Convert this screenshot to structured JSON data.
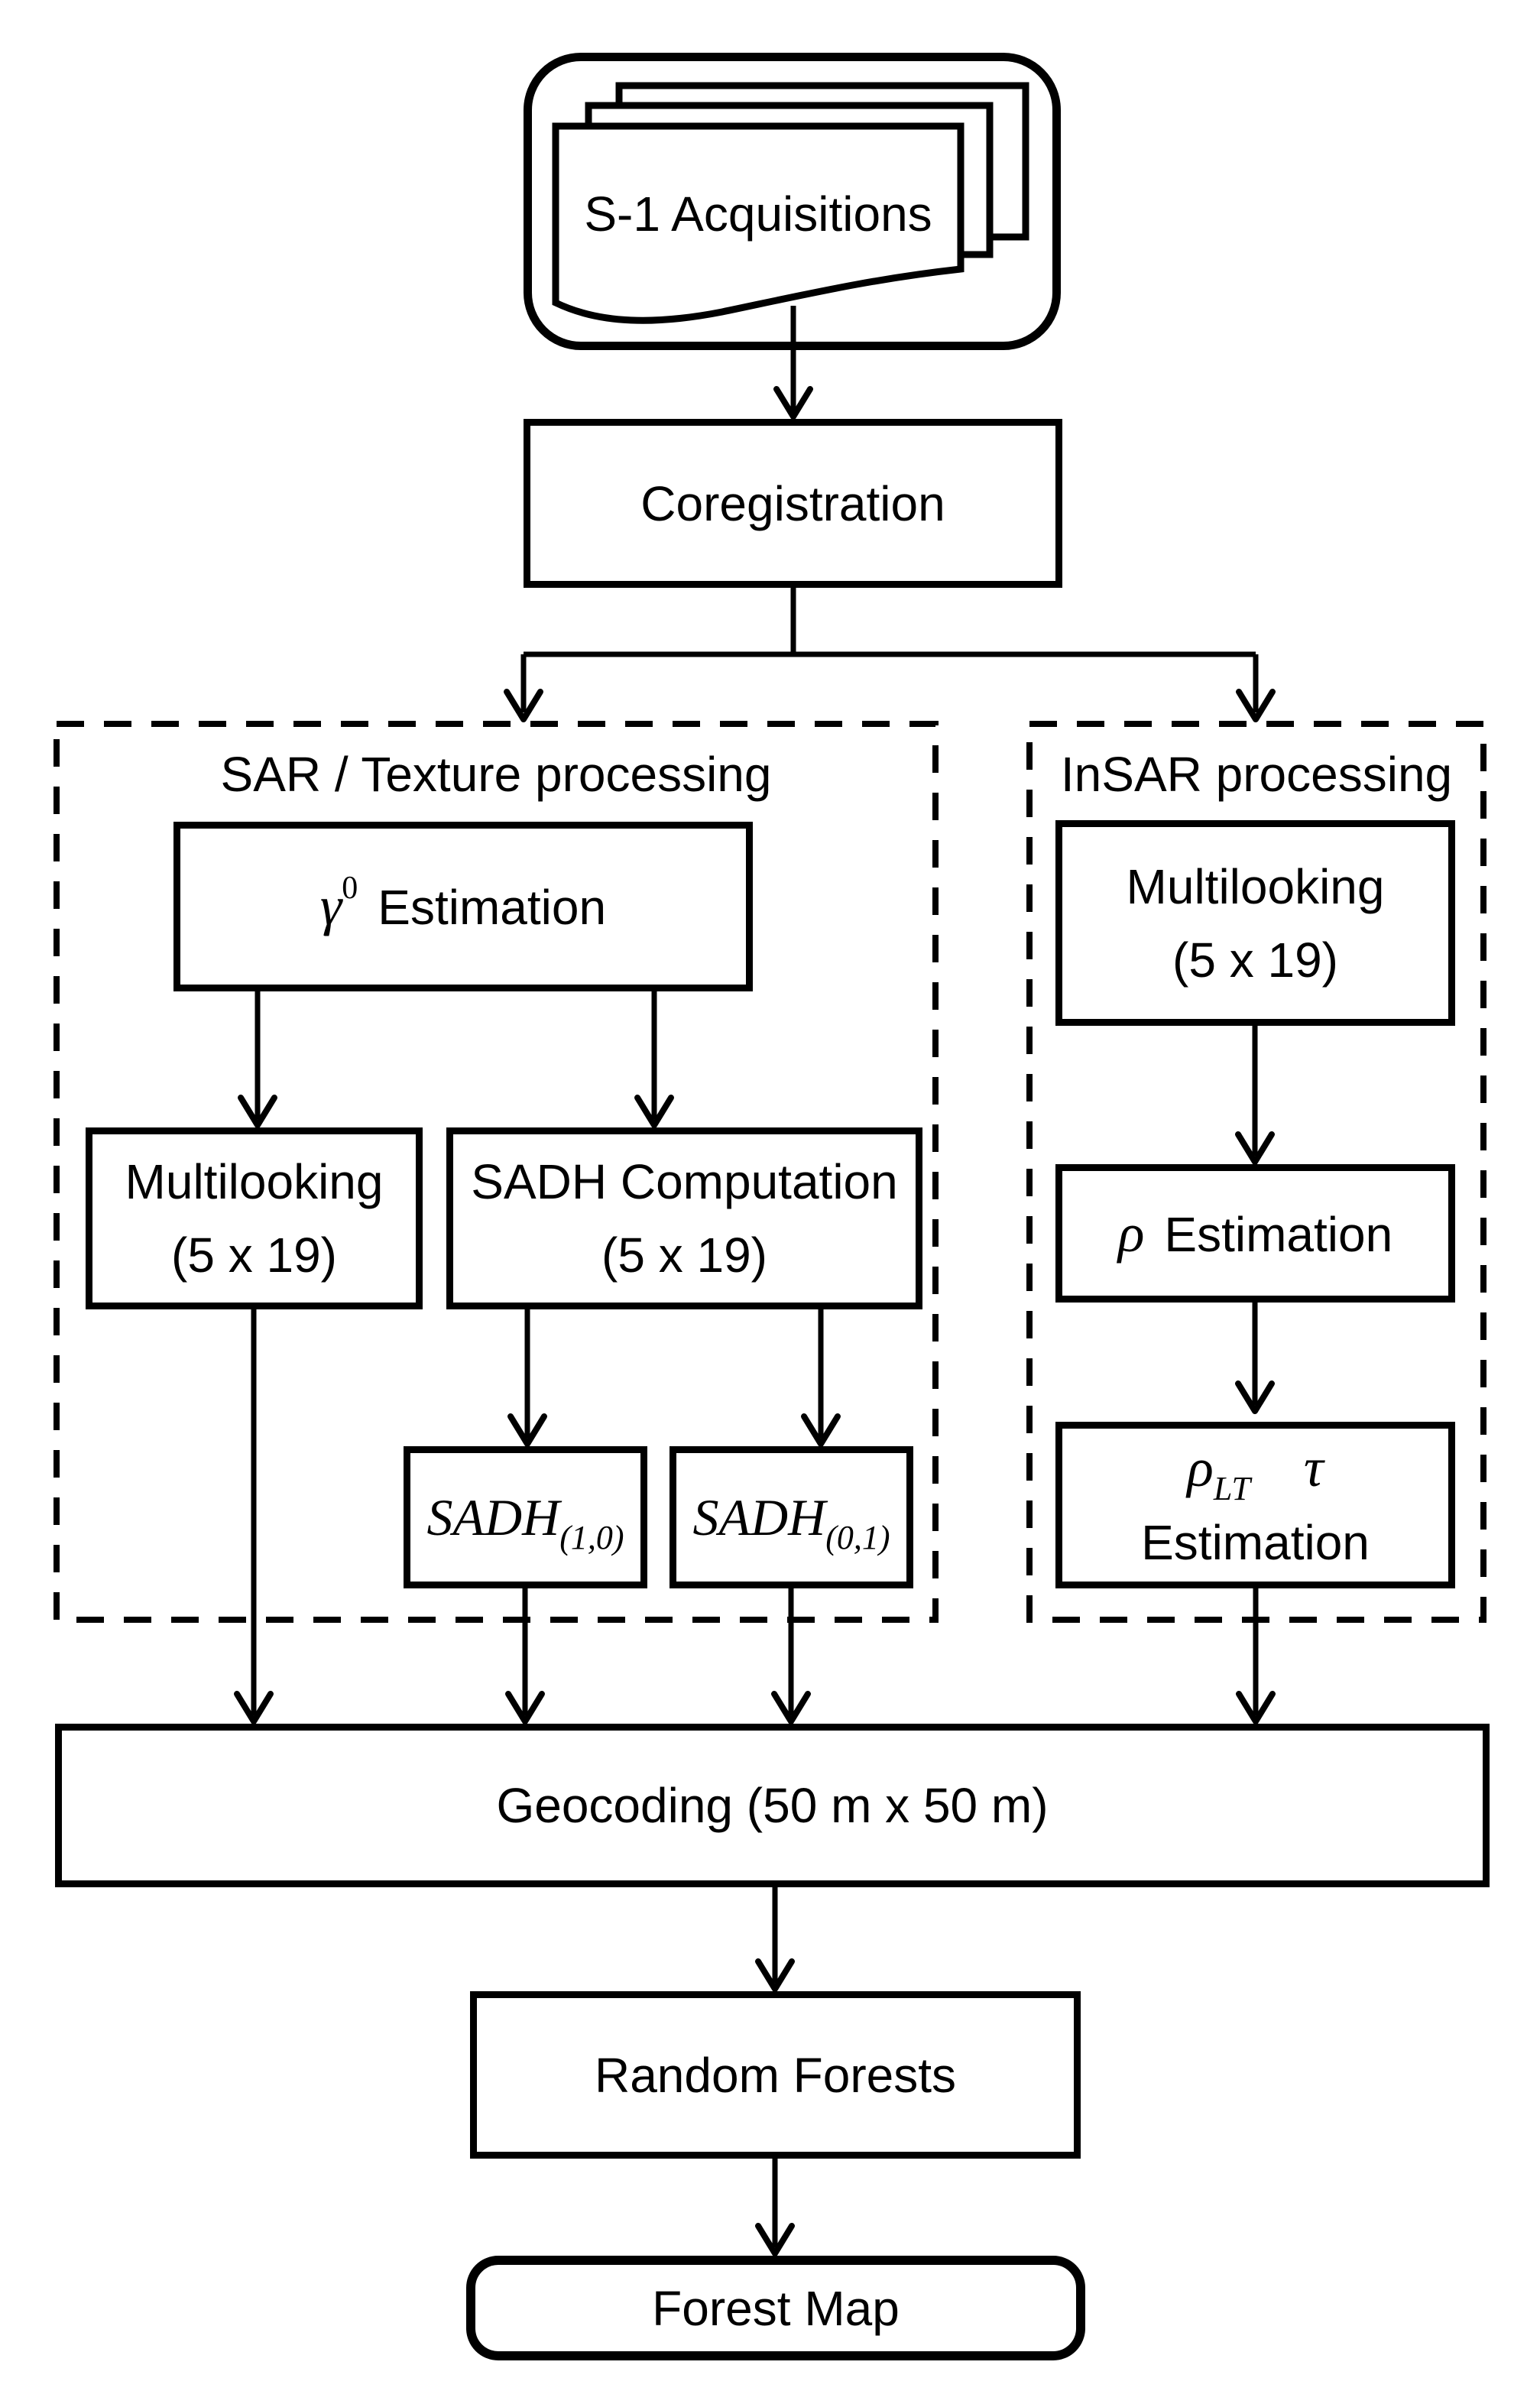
{
  "colors": {
    "ink": "#000000",
    "paper": "#ffffff"
  },
  "nodes": {
    "s1_acquisitions": {
      "label": "S-1 Acquisitions"
    },
    "coregistration": {
      "label": "Coregistration"
    },
    "sar_texture_group": {
      "label": "SAR / Texture processing"
    },
    "insar_group": {
      "label": "InSAR processing"
    },
    "gamma_estimation": {
      "symbol": "γ",
      "superscript": "0",
      "label": "Estimation"
    },
    "multilooking_sar": {
      "title": "Multilooking",
      "detail": "(5 x 19)"
    },
    "sadh_computation": {
      "title": "SADH Computation",
      "detail": "(5 x 19)"
    },
    "sadh_10": {
      "base": "SADH",
      "subscript": "(1,0)"
    },
    "sadh_01": {
      "base": "SADH",
      "subscript": "(0,1)"
    },
    "multilooking_insar": {
      "title": "Multilooking",
      "detail": "(5 x 19)"
    },
    "rho_estimation": {
      "symbol": "ρ",
      "label": "Estimation"
    },
    "rho_lt_tau_estimation": {
      "symbol": "ρ",
      "subscript": "LT",
      "symbol2": "τ",
      "label": "Estimation"
    },
    "geocoding": {
      "label": "Geocoding (50 m x 50 m)"
    },
    "random_forests": {
      "label": "Random Forests"
    },
    "forest_map": {
      "label": "Forest Map"
    }
  }
}
